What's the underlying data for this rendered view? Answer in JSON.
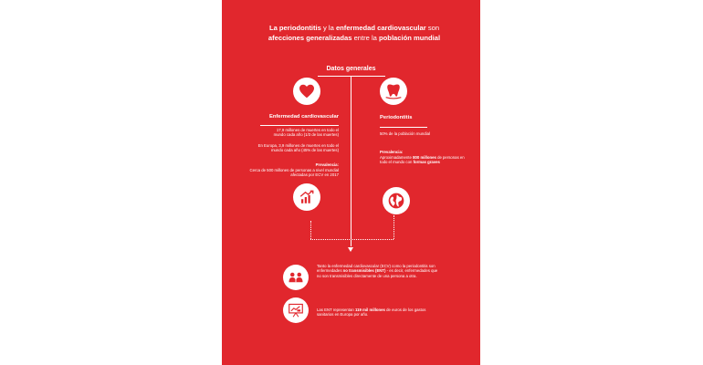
{
  "title": {
    "line1_a": "La periodontitis",
    "line1_b": " y la ",
    "line1_c": "enfermedad cardiovascular",
    "line1_d": " son",
    "line2_a": "afecciones generalizadas",
    "line2_b": " entre la ",
    "line2_c": "población mundial"
  },
  "section_title": "Datos generales",
  "left": {
    "heading": "Enfermedad cardiovascular",
    "p1": "17,9 millones de muertes en todo el mundo cada año (1/3 de las muertes)",
    "p2": "En Europa, 3,9 millones de muertes en todo el mundo cada año (45% de las muertes)",
    "prev_label": "Prevalencia:",
    "prev_text": "Cerca de 500 millones de personas a nivel mundial afectadas por ECV en 2017"
  },
  "right": {
    "heading": "Periodontitis",
    "p1": "50% de la población mundial",
    "prev_label": "Prevalencia:",
    "prev_text_a": "Aproximadamente ",
    "prev_text_b": "800 millones",
    "prev_text_c": " de personas en todo el mundo con ",
    "prev_text_d": "formas graves"
  },
  "bottom": {
    "block1_a": "Tanto la enfermedad cardiovascular (ECV) como la periodontitis son enfermedades ",
    "block1_b": "no transmisibles (ENT)",
    "block1_c": " - es decir, enfermedades que no son transmisibles directamente de una persona a otra.",
    "block2_a": "Las ENT representan ",
    "block2_b": "119 mil millones",
    "block2_c": " de euros de los gastos sanitarios en Europa por año."
  },
  "icons": {
    "heart": "heart-icon",
    "tooth": "tooth-icon",
    "growth": "growth-chart-icon",
    "globe": "globe-icon",
    "people": "people-icon",
    "presentation": "presentation-chart-icon"
  },
  "colors": {
    "background": "#e1272d",
    "icon_fg": "#e1272d",
    "text": "#ffffff"
  }
}
